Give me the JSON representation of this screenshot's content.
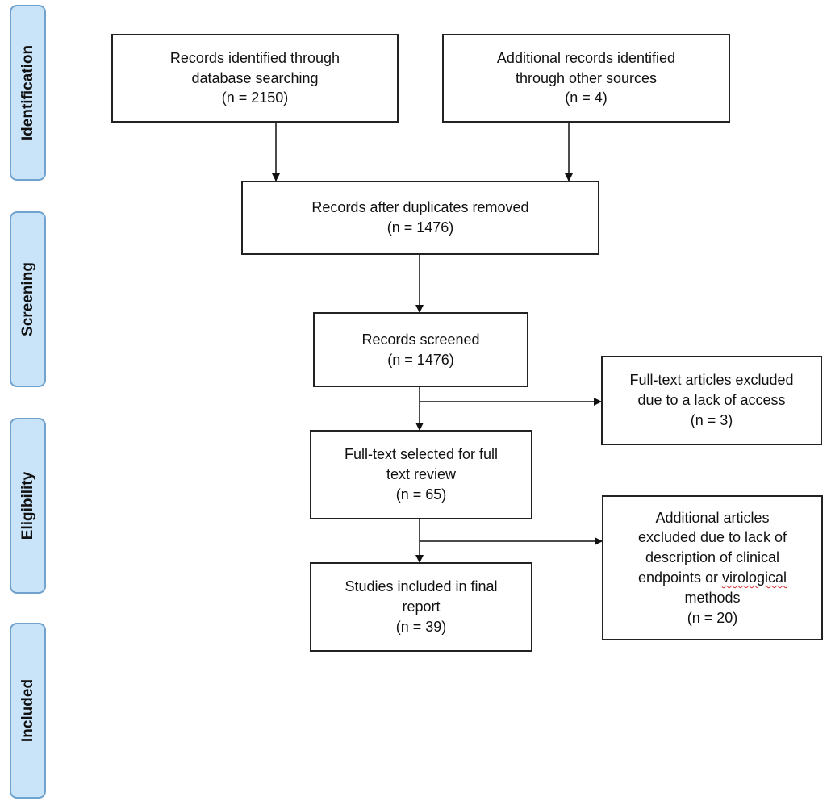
{
  "phases": {
    "identification": "Identification",
    "screening": "Screening",
    "eligibility": "Eligibility",
    "included": "Included"
  },
  "boxes": {
    "database_records": {
      "line1": "Records identified through",
      "line2": "database searching",
      "count": "(n = 2150)"
    },
    "other_records": {
      "line1": "Additional records identified",
      "line2": "through other sources",
      "count": "(n = 4)"
    },
    "after_duplicates": {
      "line1": "Records after duplicates removed",
      "count": "(n = 1476)"
    },
    "screened": {
      "line1": "Records screened",
      "count": "(n = 1476)"
    },
    "excluded_access": {
      "line1": "Full-text articles excluded",
      "line2": "due to a lack of access",
      "count": "(n = 3)"
    },
    "full_text_review": {
      "line1": "Full-text selected for full",
      "line2": "text review",
      "count": "(n = 65)"
    },
    "excluded_description": {
      "line1": "Additional articles",
      "line2": "excluded due to lack of",
      "line3": "description of clinical",
      "line4a": "endpoints or ",
      "line4b": "virological",
      "line5": "methods",
      "count": "(n = 20)"
    },
    "final_report": {
      "line1": "Studies included in final",
      "line2": "report",
      "count": "(n = 39)"
    }
  },
  "colors": {
    "phase_fill": "#c9e3f8",
    "phase_border": "#6fa2cc",
    "box_border": "#222222",
    "spellcheck_underline": "#d42a2a"
  }
}
